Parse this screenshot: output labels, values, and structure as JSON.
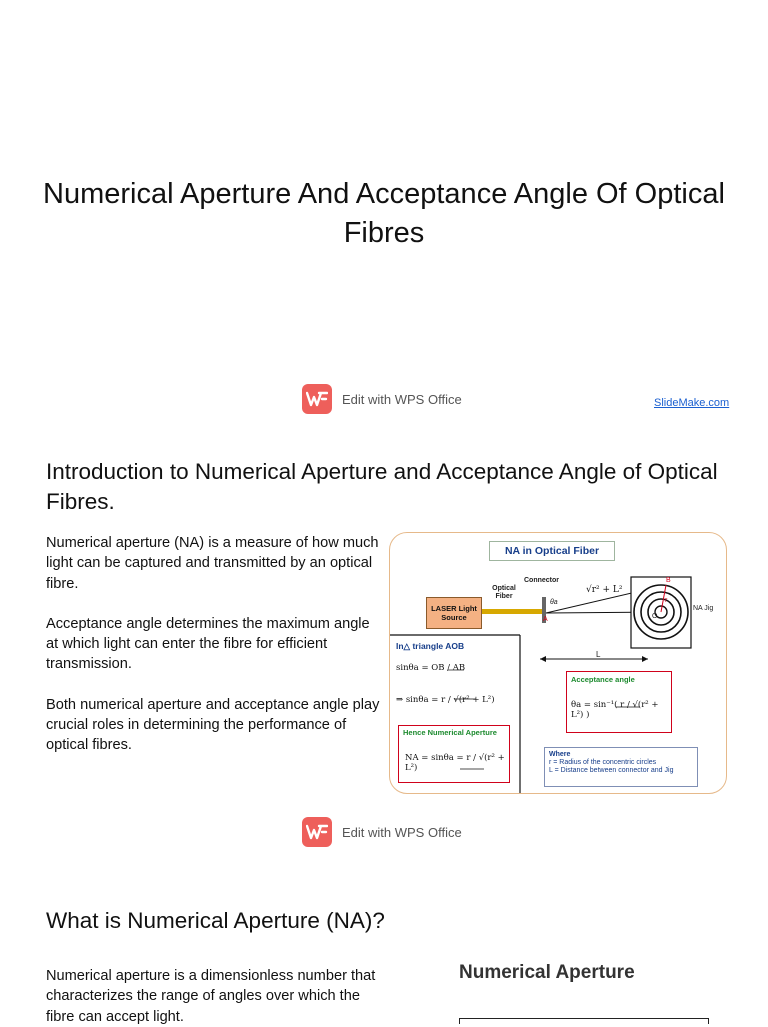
{
  "slide1": {
    "title": "Numerical Aperture And Acceptance Angle Of Optical Fibres",
    "wps_label": "Edit with WPS Office",
    "slidemake": "SlideMake.com"
  },
  "slide2": {
    "heading": "Introduction to Numerical Aperture and Acceptance Angle of Optical Fibres.",
    "paragraphs": [
      "Numerical aperture (NA) is a measure of how much light can be captured and transmitted by an optical fibre.",
      "Acceptance angle determines the maximum angle at which light can enter the fibre for efficient transmission.",
      "Both numerical aperture and acceptance angle play crucial roles in determining the performance of optical fibres."
    ],
    "wps_label": "Edit with WPS Office",
    "diagram": {
      "title": "NA in Optical Fiber",
      "optical_fiber": "Optical Fiber",
      "connector": "Connector",
      "laser": "LASER Light Source",
      "na_jig": "NA Jig",
      "theta": "θa",
      "point_a": "A",
      "point_b": "B",
      "point_o": "O",
      "r": "r",
      "length": "L",
      "sqrt_label": "√r² + L²",
      "triangle": "In△ triangle AOB",
      "eq1": "sinθa = OB / AB",
      "eq2": "⇒ sinθa = r / √(r² + L²)",
      "hence": "Hence Numerical Aperture",
      "na_eq": "NA = sinθa = r / √(r² + L²)",
      "acceptance": "Acceptance angle",
      "acc_eq": "θa = sin⁻¹( r / √(r² + L²) )",
      "where": "Where",
      "where1": "r = Radius of the concentric circles",
      "where2": "L = Distance between connector and Jig"
    }
  },
  "slide3": {
    "heading": "What is Numerical Aperture (NA)?",
    "paragraph": "Numerical aperture is a dimensionless number that characterizes the range of angles over which the fibre can accept light.",
    "image_title": "Numerical Aperture"
  }
}
